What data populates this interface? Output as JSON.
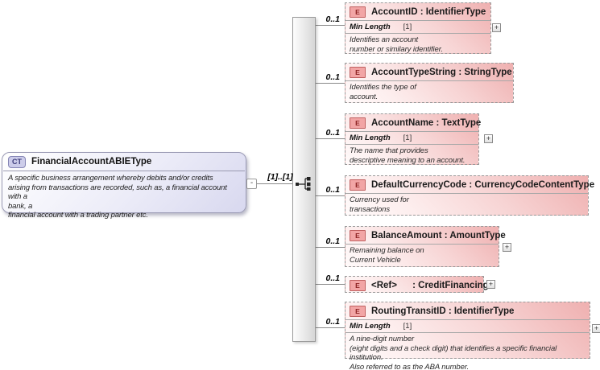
{
  "badges": {
    "complex_type": "CT",
    "element": "E"
  },
  "icons": {
    "expand": "+",
    "collapse": "-"
  },
  "colors": {
    "child_pink": "#efb0b0",
    "root_lavender": "#d8d8ef",
    "badge_red": "#f2a5a5",
    "badge_blue": "#ccccea"
  },
  "root": {
    "badge": "CT",
    "name": "FinancialAccountABIEType",
    "cardinality": "[1]..[1]",
    "annotation": "A specific business arrangement whereby debits and/or credits\narising from transactions are recorded, such as, a financial account with a\nbank, a\nfinancial account with a trading partner etc."
  },
  "compositor": "sequence",
  "children": [
    {
      "title": "AccountID : IdentifierType",
      "cardinality": "0..1",
      "facet_label": "Min Length",
      "facet_value": "[1]",
      "annotation": "Identifies an account\nnumber or similary identifier."
    },
    {
      "title": "AccountTypeString : StringType",
      "cardinality": "0..1",
      "annotation": "Identifies the type of\naccount."
    },
    {
      "title": "AccountName : TextType",
      "cardinality": "0..1",
      "facet_label": "Min Length",
      "facet_value": "[1]",
      "annotation": "The name that provides\ndescriptive meaning to an account."
    },
    {
      "title": "DefaultCurrencyCode : CurrencyCodeContentType",
      "cardinality": "0..1",
      "annotation": "Currency used for\ntransactions"
    },
    {
      "title": "BalanceAmount : AmountType",
      "cardinality": "0..1",
      "annotation": "Remaining balance on\nCurrent Vehicle"
    },
    {
      "title": "<Ref>      : CreditFinancing",
      "cardinality": "0..1"
    },
    {
      "title": "RoutingTransitID : IdentifierType",
      "cardinality": "0..1",
      "facet_label": "Min Length",
      "facet_value": "[1]",
      "annotation": "A nine-digit number\n(eight digits and a check digit) that identifies a specific financial institution.\nAlso referred to as the ABA number."
    }
  ]
}
